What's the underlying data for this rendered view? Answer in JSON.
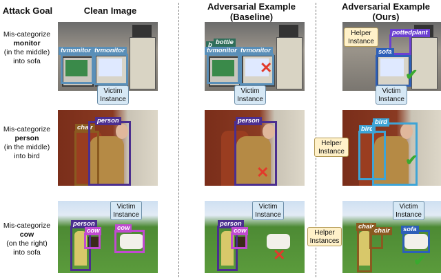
{
  "headers": {
    "attack_goal": "Attack Goal",
    "clean": "Clean Image",
    "baseline_line1": "Adversarial Example",
    "baseline_line2": "(Baseline)",
    "ours_line1": "Adversarial Example",
    "ours_line2": "(Ours)"
  },
  "goals": [
    {
      "l1": "Mis-categorize",
      "l2": "monitor",
      "l3": "(in the middle)",
      "l4": "into sofa"
    },
    {
      "l1": "Mis-categorize",
      "l2": "person",
      "l3": "(in the middle)",
      "l4": "into bird"
    },
    {
      "l1": "Mis-categorize",
      "l2": "cow",
      "l3": "(on the right)",
      "l4": "into sofa"
    }
  ],
  "callouts": {
    "victim_l1": "Victim",
    "victim_l2": "Instance",
    "helper_l1": "Helper",
    "helper_l2": "Instance",
    "helpers_l2": "Instances"
  },
  "labels": {
    "tvmonitor": "tvmonitor",
    "bottle": "bottle",
    "b": "b",
    "pottedplant": "pottedplant",
    "sofa": "sofa",
    "chair": "chair",
    "person": "person",
    "bird": "bird",
    "cow": "cow"
  },
  "colors": {
    "tvmonitor": "#5a8fb8",
    "bottle": "#2f6e5a",
    "pottedplant": "#6b3fd1",
    "sofa": "#2d5fb8",
    "chair": "#8a5a20",
    "person": "#4b2e8f",
    "bird": "#3ea4d6",
    "cow": "#c04ad0",
    "wrong": "#e23a2b",
    "right": "#3aaa2f"
  }
}
